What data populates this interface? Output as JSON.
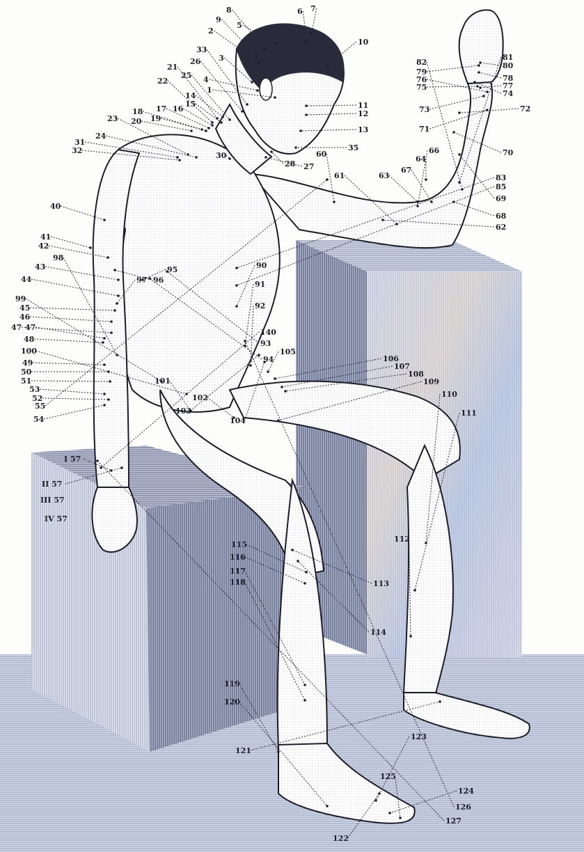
{
  "labels": [
    "1",
    "2",
    "3",
    "4",
    "5",
    "6",
    "7",
    "8",
    "9",
    "10",
    "11",
    "12",
    "13",
    "14",
    "15",
    "16",
    "17",
    "18",
    "19",
    "20",
    "21",
    "22",
    "23",
    "24",
    "25",
    "26",
    "27",
    "28",
    "30",
    "31",
    "32",
    "33",
    "35",
    "40",
    "41",
    "42",
    "43",
    "44",
    "45",
    "46",
    "47",
    "47",
    "48",
    "49",
    "50",
    "51",
    "52",
    "53",
    "54",
    "55",
    "60",
    "61",
    "62",
    "63",
    "64",
    "66",
    "67",
    "68",
    "69",
    "70",
    "71",
    "72",
    "73",
    "74",
    "75",
    "76",
    "77",
    "78",
    "79",
    "80",
    "81",
    "82",
    "83",
    "85",
    "90",
    "91",
    "92",
    "93",
    "94",
    "95",
    "96",
    "97",
    "98",
    "99",
    "100",
    "101",
    "102",
    "103",
    "104",
    "105",
    "106",
    "107",
    "108",
    "109",
    "110",
    "111",
    "112",
    "113",
    "114",
    "115",
    "116",
    "117",
    "118",
    "119",
    "120",
    "121",
    "122",
    "123",
    "124",
    "125",
    "126",
    "127",
    "140",
    "I 57",
    "II 57",
    "III 57",
    "IV 57"
  ],
  "colors": {
    "ink": "#1c1c28",
    "box_light": "#e9ecf3",
    "box_mid": "#c8cfdf",
    "box_dark": "#6f7792",
    "floor": "#b7bfd3",
    "skin": "#ffffff"
  }
}
